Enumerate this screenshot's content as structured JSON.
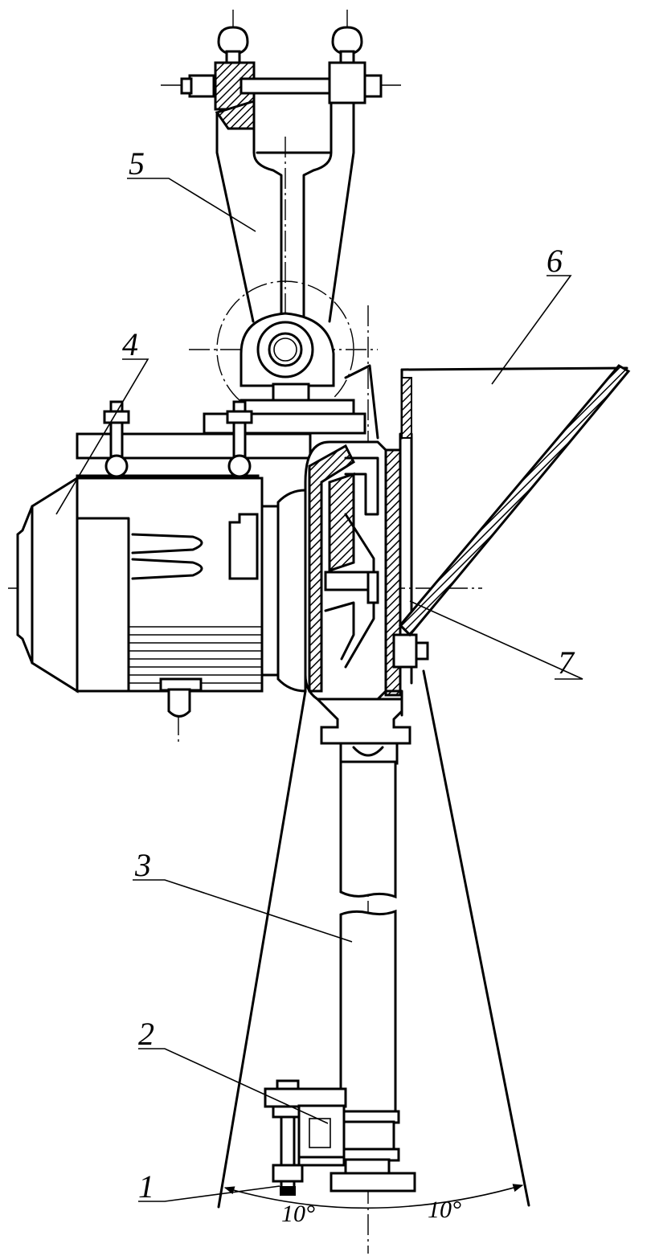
{
  "callouts": {
    "p1": "1",
    "p2": "2",
    "p3": "3",
    "p4": "4",
    "p5": "5",
    "p6": "6",
    "p7": "7"
  },
  "angles": {
    "left": "10°",
    "right": "10°"
  }
}
